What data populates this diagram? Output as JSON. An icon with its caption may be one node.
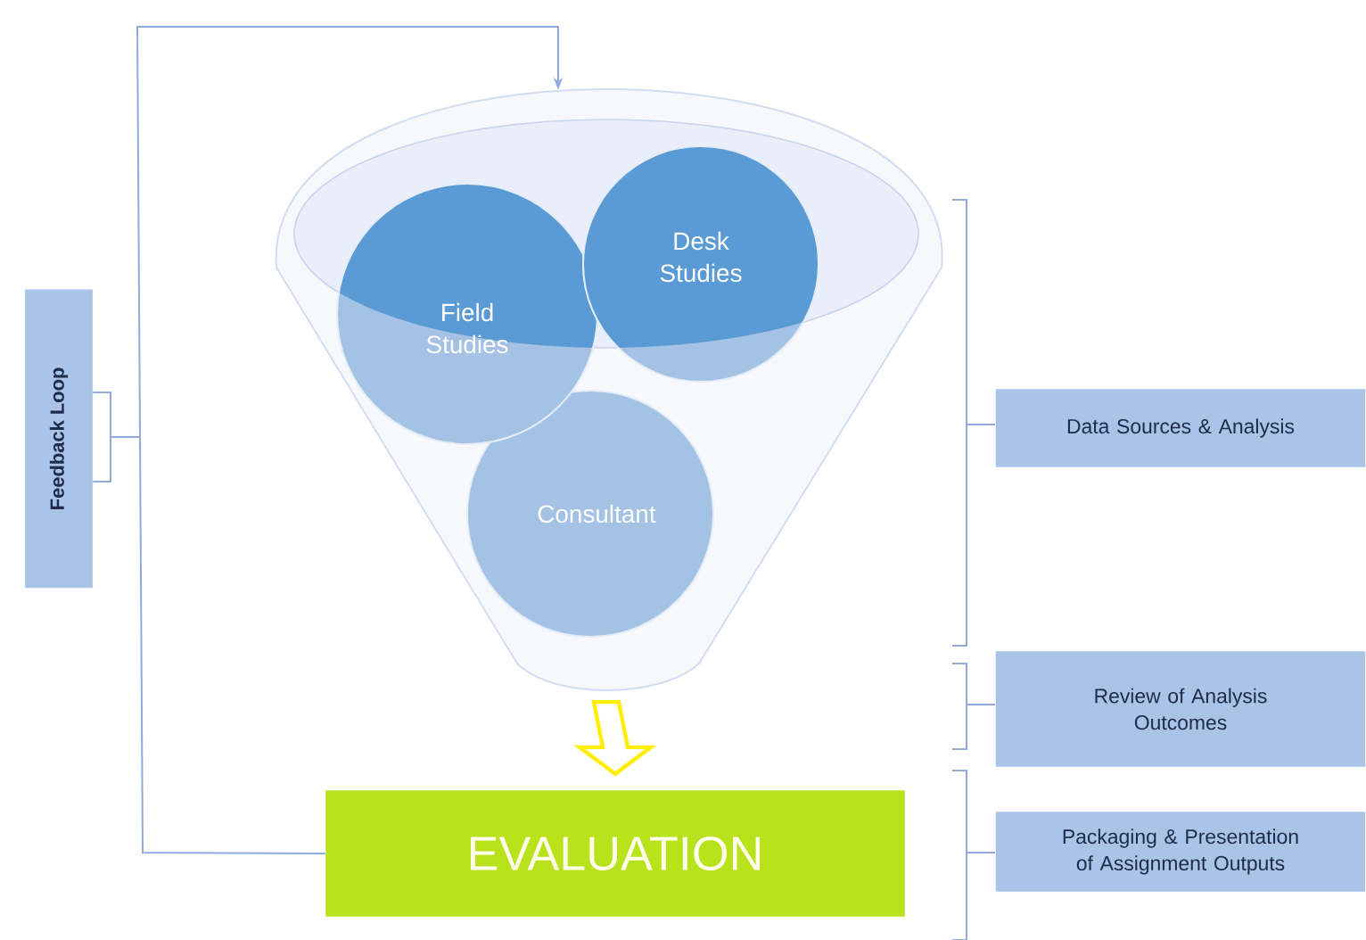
{
  "diagram": {
    "nodes": [
      {
        "text": [
          "Feedback Loop"
        ]
      },
      {
        "text": [
          "Field Studies"
        ],
        "in": 8
      },
      {
        "text": [
          "Desk Studies"
        ],
        "in": 8
      },
      {
        "text": [
          "Consultant"
        ],
        "in": 8
      },
      {
        "text": [
          "EVALUATION"
        ]
      },
      {
        "text": [
          "Data Sources & Analysis"
        ]
      },
      {
        "text": [
          "Review of Analysis Outcomes"
        ]
      },
      {
        "text": [
          "Packaging & Presentation of Assignment Outputs"
        ]
      },
      {
        "text": [],
        "shape": "funnel"
      }
    ],
    "edges": [
      {
        "from": 4,
        "to": 8,
        "arrow": "to"
      },
      {
        "from": 8,
        "to": 4,
        "arrow": "to",
        "color": "#ffee00"
      },
      {
        "from": 0,
        "to": null,
        "arrow": "none"
      }
    ]
  }
}
